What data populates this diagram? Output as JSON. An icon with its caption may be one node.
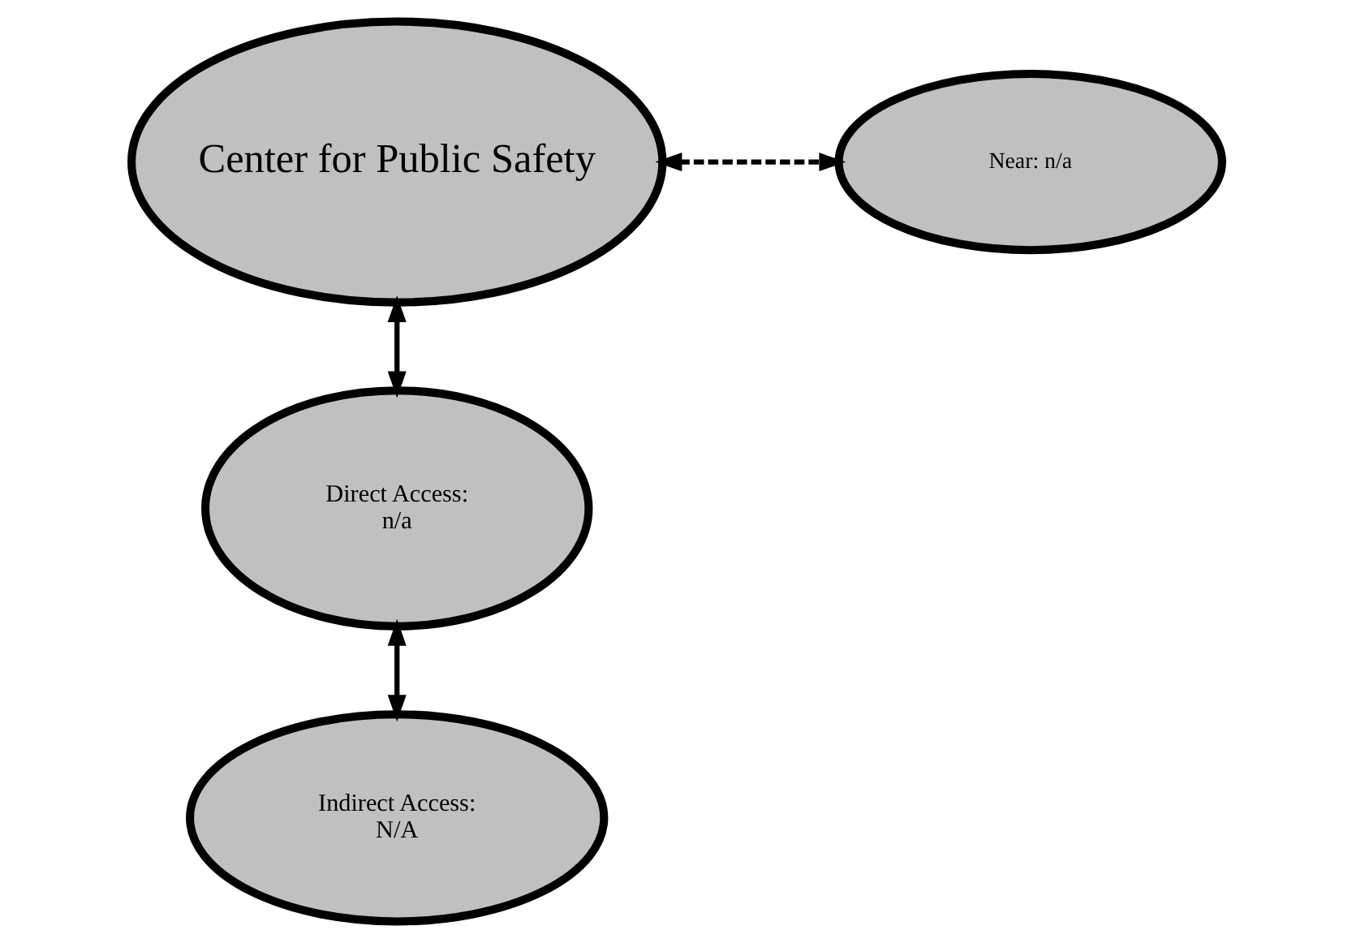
{
  "diagram": {
    "nodes": [
      {
        "text": [
          "Center for Public Safety"
        ]
      },
      {
        "text": [
          "Near: n/a"
        ]
      },
      {
        "text": [
          "Direct Access:",
          "n/a"
        ]
      },
      {
        "text": [
          "Indirect Access:",
          "N/A"
        ]
      }
    ],
    "edges": [
      {
        "from": 0,
        "to": 1,
        "arrow": "both",
        "style": "dashed"
      },
      {
        "from": 0,
        "to": 2,
        "arrow": "both"
      },
      {
        "from": 2,
        "to": 3,
        "arrow": "both"
      }
    ]
  }
}
